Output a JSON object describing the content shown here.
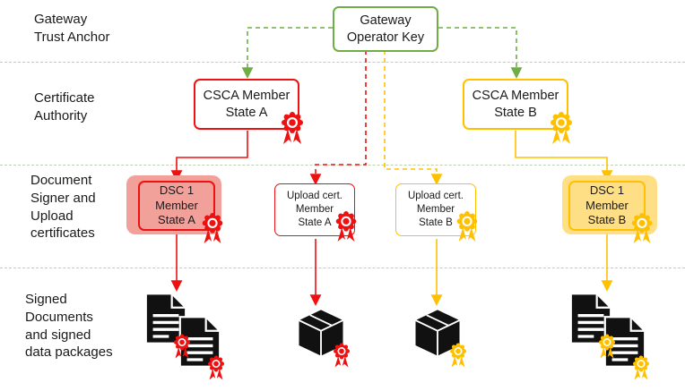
{
  "row_labels": {
    "trust_anchor": "Gateway\nTrust Anchor",
    "cert_authority": "Certificate\nAuthority",
    "doc_signer": "Document\nSigner and\nUpload\ncertificates",
    "signed_docs": "Signed\nDocuments\nand signed\ndata packages"
  },
  "nodes": {
    "gateway": {
      "label": "Gateway\nOperator Key"
    },
    "csca_a": {
      "label": "CSCA Member\nState A"
    },
    "csca_b": {
      "label": "CSCA Member\nState B"
    },
    "dsc_a": {
      "label": "DSC 1\nMember\nState A"
    },
    "upload_a": {
      "label": "Upload cert.\nMember\nState A"
    },
    "upload_b": {
      "label": "Upload cert.\nMember\nState B"
    },
    "dsc_b": {
      "label": "DSC 1\nMember\nState B"
    }
  },
  "icons": {
    "seal": "rosette-seal",
    "document": "signed-document",
    "package": "data-package"
  },
  "colors": {
    "green": "#70AD47",
    "red": "#EE1111",
    "gold": "#FFC000",
    "highlight_red": "#F2A09A",
    "highlight_gold": "#FFDF86",
    "separator": "#BCCFB4",
    "ink": "#111111",
    "text": "#1A1A1A",
    "background": "#FFFFFF"
  }
}
